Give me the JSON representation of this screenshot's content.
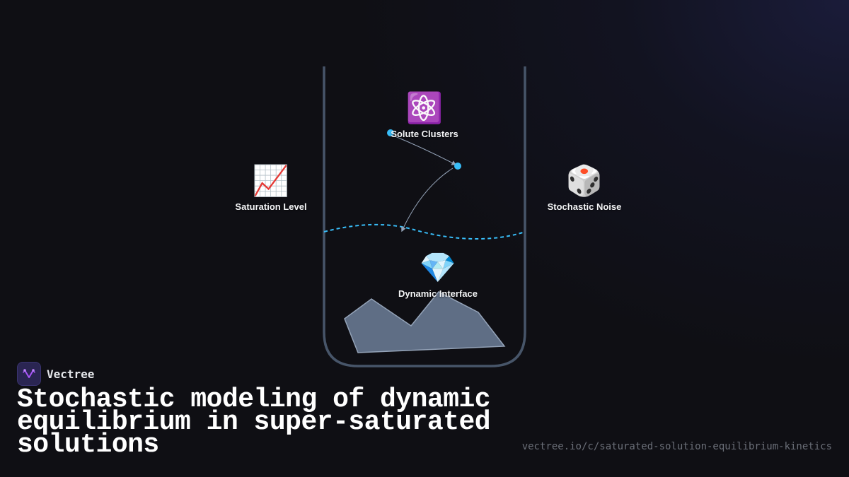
{
  "diagram": {
    "nodes": [
      {
        "id": "solute-clusters",
        "icon": "atom-icon",
        "emoji": "⚛️",
        "label": "Solute Clusters"
      },
      {
        "id": "saturation-level",
        "icon": "chart-increasing-icon",
        "emoji": "📈",
        "label": "Saturation Level"
      },
      {
        "id": "stochastic-noise",
        "icon": "dice-icon",
        "emoji": "🎲",
        "label": "Stochastic Noise"
      },
      {
        "id": "dynamic-interface",
        "icon": "gem-icon",
        "emoji": "💎",
        "label": "Dynamic Interface"
      }
    ],
    "colors": {
      "container_stroke": "#475569",
      "interface_line": "#38bdf8",
      "particle": "#38bdf8",
      "arrow": "#94a3b8",
      "precipitate_fill": "#64748b"
    }
  },
  "brand": {
    "name": "Vectree",
    "logo_icon": "vectree-logo-icon",
    "accent": "#a855f7"
  },
  "title": "Stochastic modeling of dynamic equilibrium in super-saturated solutions",
  "url": "vectree.io/c/saturated-solution-equilibrium-kinetics"
}
